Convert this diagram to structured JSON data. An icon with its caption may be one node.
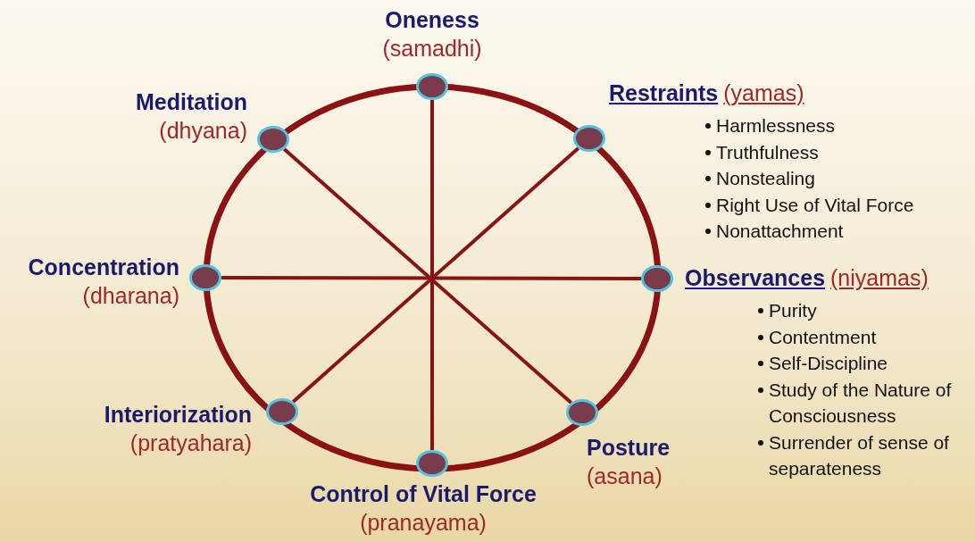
{
  "diagram": {
    "nodes": [
      {
        "text": [],
        "shape": "circle",
        "beside": [
          "Oneness",
          "(samadhi)"
        ]
      },
      {
        "text": [],
        "shape": "circle",
        "beside": [
          "Restraints",
          "(yamas)",
          "Harmlessness",
          "Truthfulness",
          "Nonstealing",
          "Right Use of Vital Force",
          "Nonattachment"
        ]
      },
      {
        "text": [],
        "shape": "circle",
        "beside": [
          "Observances",
          "(niyamas)",
          "Purity",
          "Contentment",
          "Self-Discipline",
          "Study of the Nature of Consciousness",
          "Surrender of sense of separateness"
        ]
      },
      {
        "text": [],
        "shape": "circle",
        "beside": [
          "Posture",
          "(asana)"
        ]
      },
      {
        "text": [],
        "shape": "circle",
        "beside": [
          "Control of Vital Force",
          "(pranayama)"
        ]
      },
      {
        "text": [],
        "shape": "circle",
        "beside": [
          "Interiorization",
          "(pratyahara)"
        ]
      },
      {
        "text": [],
        "shape": "circle",
        "beside": [
          "Concentration",
          "(dharana)"
        ]
      },
      {
        "text": [],
        "shape": "circle",
        "beside": [
          "Meditation",
          "(dhyana)"
        ]
      }
    ],
    "edges": [
      {
        "from": 0,
        "to": 4,
        "arrow": "none"
      },
      {
        "from": 1,
        "to": 5,
        "arrow": "none"
      },
      {
        "from": 2,
        "to": 6,
        "arrow": "none"
      },
      {
        "from": 3,
        "to": 7,
        "arrow": "none"
      }
    ]
  }
}
